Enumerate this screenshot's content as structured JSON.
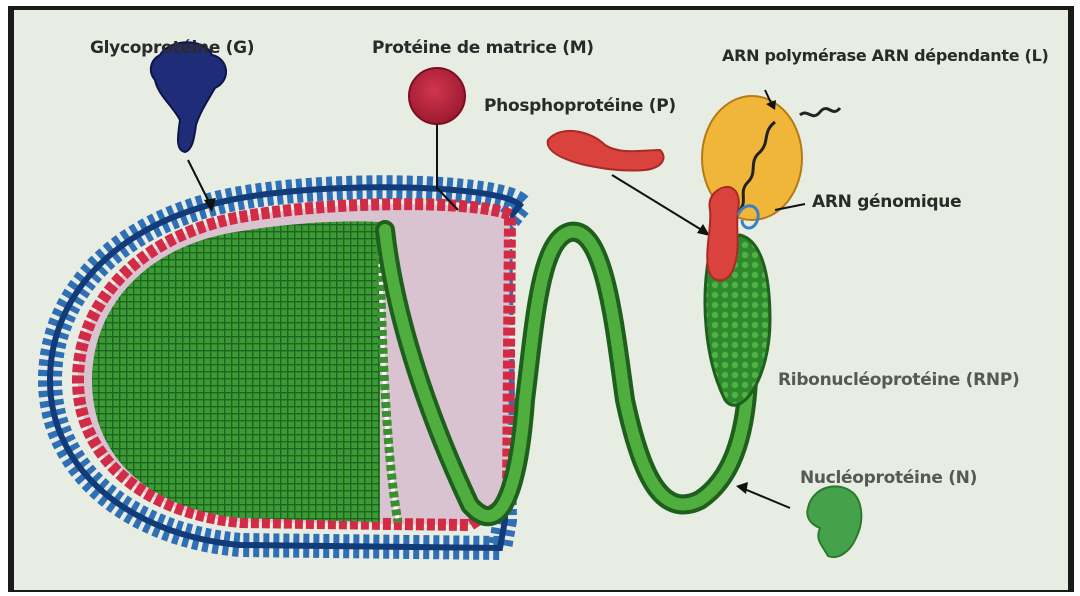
{
  "labels": {
    "glycoproteine": "Glycoprotéine (G)",
    "proteine_matrice": "Protéine de matrice (M)",
    "arn_polymerase": "ARN polymérase ARN dépendante (L)",
    "phosphoproteine": "Phosphoprotéine (P)",
    "arn_genomique": "ARN génomique",
    "ribonucleoproteine": "Ribonucléoprotéine (RNP)",
    "nucleoproteine": "Nucléoprotéine (N)"
  },
  "colors": {
    "background": "#e6ece1",
    "envelope_outer": "#3f7fc3",
    "envelope_dark": "#0e2f67",
    "matrix_red": "#d8364a",
    "nucleocapsid_green": "#2f8a2e",
    "nucleocapsid_dark": "#1e5f1e",
    "interior_pink": "#d9c4d2",
    "glycoprotein": "#1f2c78",
    "phosphoprotein": "#d94640",
    "polymerase": "#f0b63a",
    "rnp_green": "#2a7d33",
    "nucleoprotein": "#46a24a"
  }
}
